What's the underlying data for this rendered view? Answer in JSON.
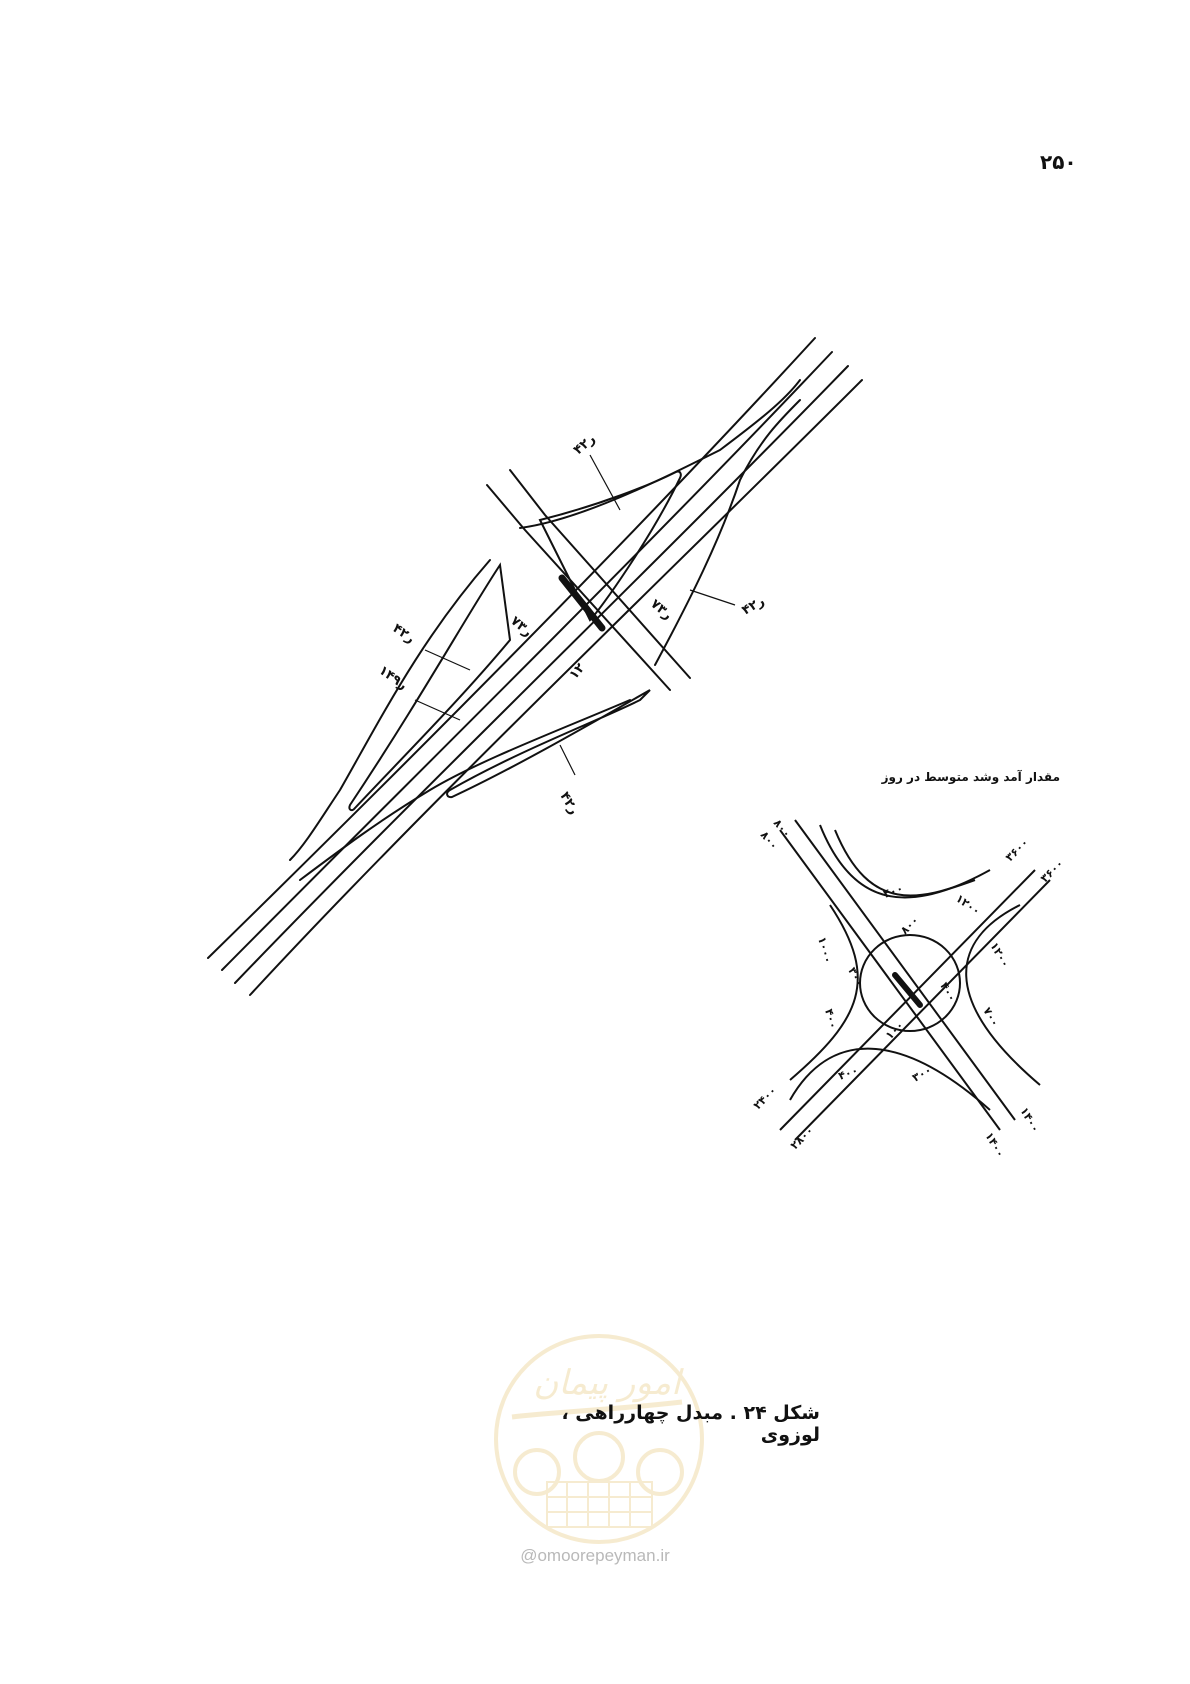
{
  "page": {
    "number": "۲۵۰"
  },
  "caption": "شکل ۲۴ . مبدل چهارراهی ، لوزوی",
  "main_diagram": {
    "widths": [
      "۴ر۲",
      "۴ر۲",
      "۴ر۲",
      "۴ر۲",
      "۷ر۳",
      "۷ر۳",
      "۱۲",
      "۱۴ر۹"
    ]
  },
  "traffic_diagram": {
    "title": "مقدار آمد وشد متوسط در روز",
    "volumes": [
      "۸۰۰",
      "۸۰۰",
      "۳۶۰۰",
      "۳۶۰۰",
      "۴۰۰",
      "۱۲۰۰",
      "۸۰۰",
      "۱۰۰۰",
      "۳۰۰",
      "۱۲۰۰",
      "۴۰۰",
      "۴۰۰",
      "۷۰۰",
      "۱۰۰",
      "۲۴۰۰",
      "۲۸۰۰",
      "۴۰۰",
      "۳۰۰",
      "۱۴۰۰",
      "۱۴۰۰"
    ]
  },
  "watermark": {
    "logo_text": "امور پیمان",
    "site": "@omoorepeyman.ir",
    "color": "#e8c87a"
  }
}
